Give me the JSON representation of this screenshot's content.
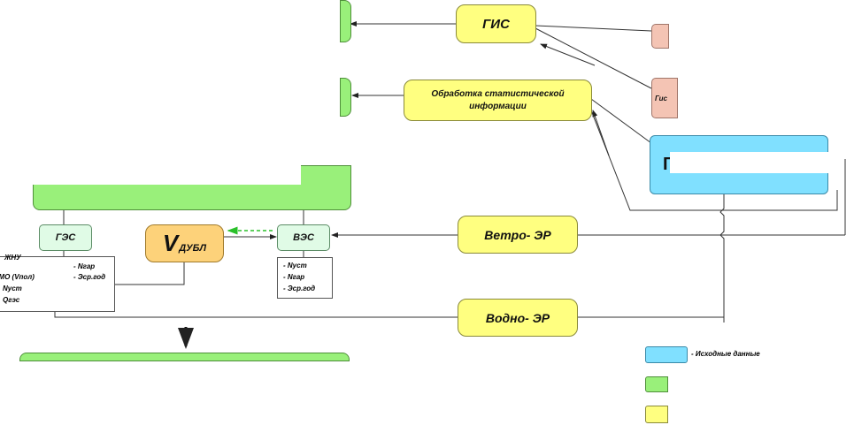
{
  "nodes": {
    "gis": "ГИС",
    "stat": "Обработка статистической информации",
    "wind_er": "Ветро- ЭР",
    "water_er": "Водно- ЭР",
    "ges": "ГЭС",
    "ves": "ВЭС",
    "v_main": "V",
    "v_sub": "ДУБЛ",
    "pink_bottom_partial": "Гис",
    "blue_partial": "Г"
  },
  "ges_params": [
    "ЖНУ",
    "- Nгар",
    "УМО (Vпол)",
    "- Эср.год",
    "Nуст",
    "Qгэс"
  ],
  "ves_params": [
    "- Nуст",
    "- Nгар",
    "- Эср.год"
  ],
  "legend": {
    "blue_label": "- Исходные данные"
  },
  "colors": {
    "yellow": "#ffff80",
    "green": "#99f07a",
    "pink": "#f4c4b4",
    "blue": "#80e0ff",
    "mint": "#e0fbe6",
    "orange": "#fdd27a"
  }
}
